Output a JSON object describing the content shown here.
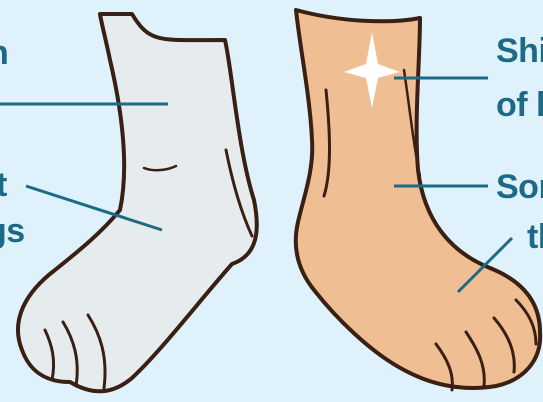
{
  "colors": {
    "background": "#dff2fb",
    "label_text": "#1d6a86",
    "leader_line": "#1d6a86",
    "left_foot_fill": "#e6ecee",
    "right_foot_fill": "#efbe93",
    "outline": "#3a1f14",
    "sparkle": "#ffffff"
  },
  "labels": {
    "left_top": "n",
    "left_mid_line1": "t",
    "left_mid_line2": "gs",
    "right_top_line1": "Shi",
    "right_top_line2": "of l",
    "right_mid_line1": "Sor",
    "right_mid_line2": "th"
  },
  "icons": {
    "sparkle": "sparkle-icon"
  }
}
